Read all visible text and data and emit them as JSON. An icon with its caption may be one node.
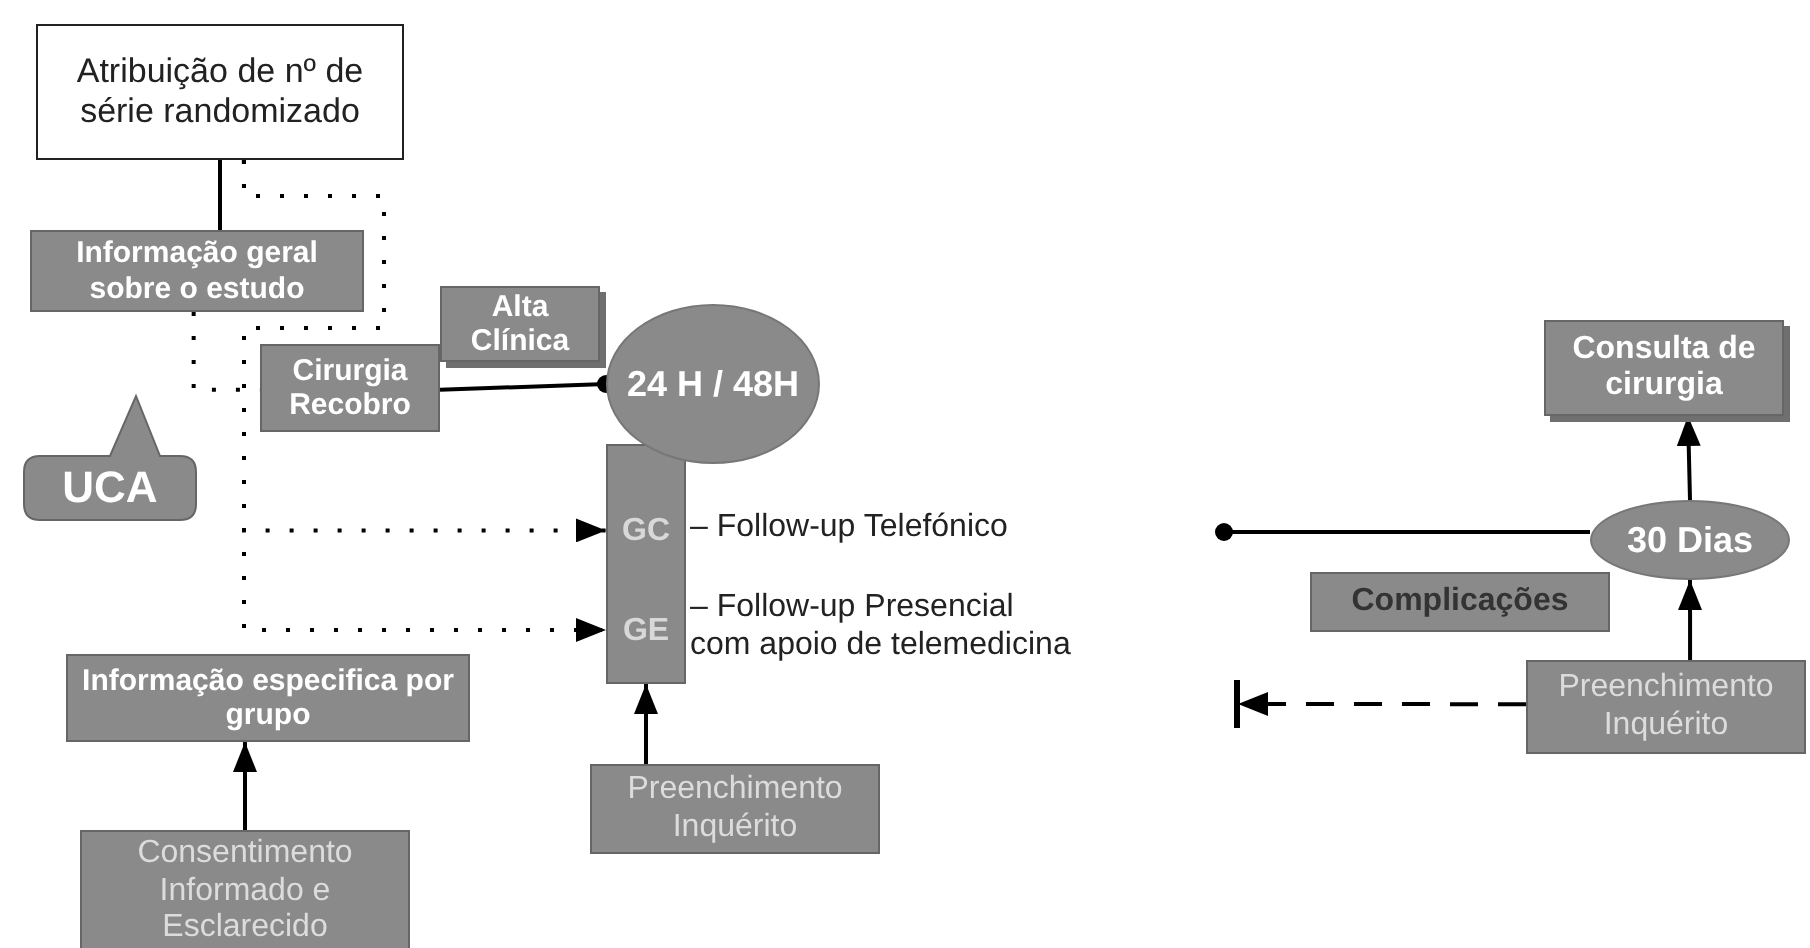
{
  "diagram": {
    "nodes": [
      {
        "text": [
          "Atribuição de nº de série randomizado"
        ]
      },
      {
        "text": [
          "Informação geral sobre o estudo"
        ]
      },
      {
        "text": [
          "UCA"
        ]
      },
      {
        "text": [
          "Cirurgia Recobro"
        ]
      },
      {
        "text": [
          "Alta Clínica"
        ]
      },
      {
        "text": [
          "24 H / 48H"
        ]
      },
      {
        "text": [
          "GC",
          "GE"
        ],
        "beside": [
          "– Follow-up Telefónico",
          "– Follow-up Presencial com apoio de telemedicina"
        ]
      },
      {
        "text": [
          "Informação especifica por grupo"
        ]
      },
      {
        "text": [
          "Consentimento Informado e Esclarecido"
        ]
      },
      {
        "text": [
          "Preenchimento Inquérito"
        ]
      },
      {
        "text": [
          "Consulta de cirurgia"
        ]
      },
      {
        "text": [
          "30 Dias"
        ]
      },
      {
        "text": [
          "Complicações"
        ]
      },
      {
        "text": [
          "Preenchimento Inquérito"
        ]
      }
    ],
    "edges": [
      {
        "from": 0,
        "to": 1,
        "arrow": "none"
      },
      {
        "from": 1,
        "to": 3,
        "arrow": "none",
        "style": "dashed"
      },
      {
        "from": 0,
        "to": 6,
        "arrow": "to",
        "style": "dashed"
      },
      {
        "from": 0,
        "to": 6,
        "arrow": "to",
        "style": "dashed"
      },
      {
        "from": 3,
        "to": 5,
        "arrow": "other"
      },
      {
        "from": 8,
        "to": 7,
        "arrow": "to"
      },
      {
        "from": 9,
        "to": 6,
        "arrow": "to"
      },
      {
        "from": 13,
        "to": 11,
        "arrow": "to"
      },
      {
        "from": 11,
        "to": 10,
        "arrow": "to"
      },
      {
        "from": null,
        "to": 11,
        "arrow": "other"
      },
      {
        "from": 13,
        "to": null,
        "arrow": "to",
        "style": "dashed"
      }
    ]
  }
}
